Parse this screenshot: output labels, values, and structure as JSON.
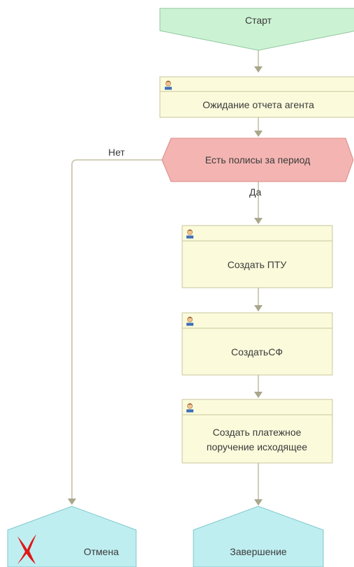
{
  "nodes": {
    "start": "Старт",
    "wait_report": "Ожидание отчета агента",
    "condition": "Есть полисы за период",
    "create_ptu": "Создать ПТУ",
    "create_sf": "СоздатьСФ",
    "payment_line1": "Создать платежное",
    "payment_line2": "поручение исходящее",
    "cancel": "Отмена",
    "finish": "Завершение"
  },
  "edges": {
    "no": "Нет",
    "yes": "Да"
  },
  "icons": {
    "task": "user-icon",
    "cancel": "cross-icon"
  },
  "colors": {
    "start_fill": "#ccf2d4",
    "condition_fill": "#f4b5b2",
    "task_fill": "#fbfbdc",
    "end_fill": "#bfeef0",
    "cross": "#e01818"
  }
}
